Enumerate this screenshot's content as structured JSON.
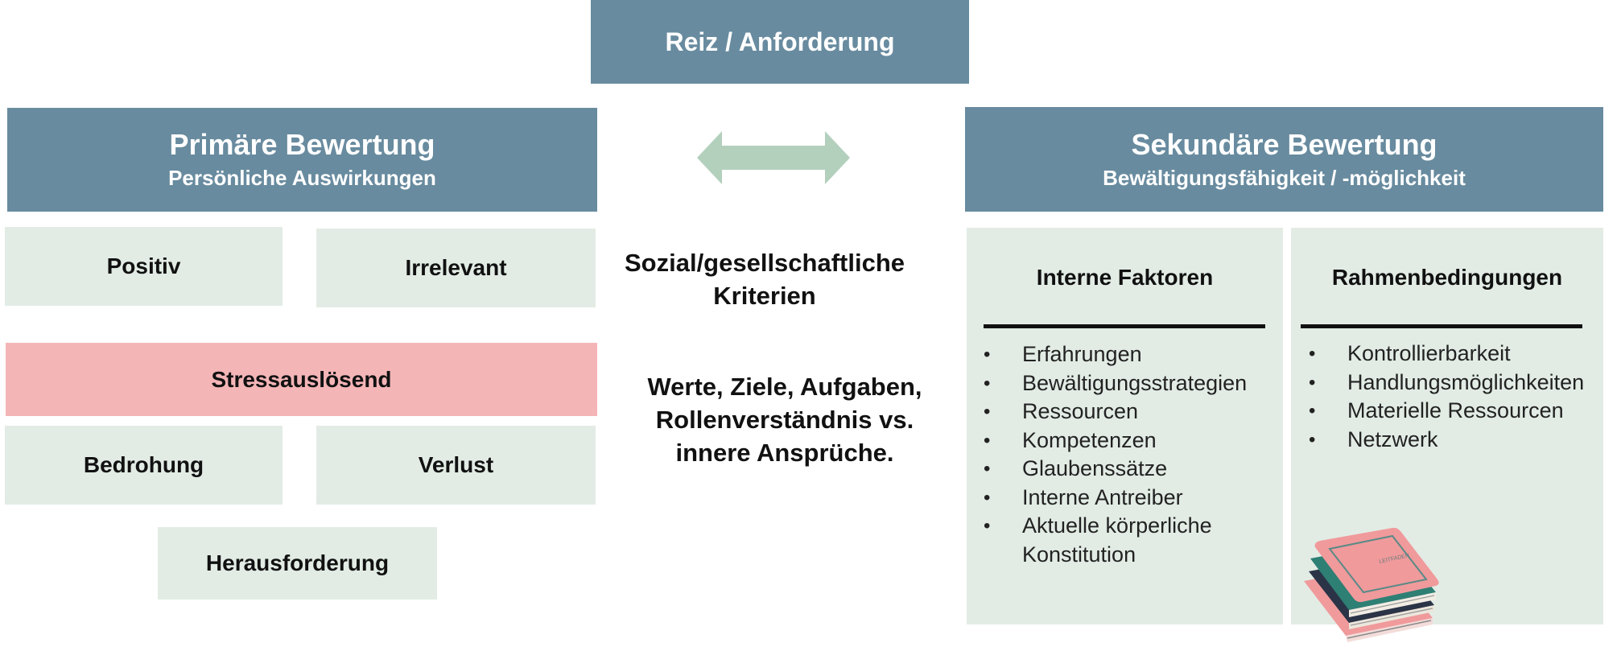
{
  "top_box": {
    "label": "Reiz / Anforderung"
  },
  "primary": {
    "title": "Primäre Bewertung",
    "subtitle": "Persönliche Auswirkungen",
    "positiv": "Positiv",
    "irrelevant": "Irrelevant",
    "stress": "Stressauslösend",
    "bedrohung": "Bedrohung",
    "verlust": "Verlust",
    "herausforderung": "Herausforderung"
  },
  "middle": {
    "criteria": "Sozial/gesellschaftliche Kriterien",
    "values": "Werte, Ziele, Aufgaben, Rollenverständnis vs. innere Ansprüche."
  },
  "secondary": {
    "title": "Sekundäre Bewertung",
    "subtitle": "Bewältigungsfähigkeit / -möglichkeit",
    "internal": {
      "title": "Interne Faktoren",
      "items": [
        "Erfahrungen",
        "Bewältigungsstrategien",
        "Ressourcen",
        "Kompetenzen",
        "Glaubenssätze",
        "Interne Antreiber",
        "Aktuelle körperliche Konstitution"
      ]
    },
    "framework": {
      "title": "Rahmenbedingungen",
      "items": [
        "Kontrollierbarkeit",
        "Handlungsmöglichkeiten",
        "Materielle Ressourcen",
        "Netzwerk"
      ]
    }
  },
  "colors": {
    "header_blue": "#688b9f",
    "light_green": "#e2ece5",
    "stress_pink": "#f4b5b7",
    "arrow_green": "#b3d0bd",
    "book_pink": "#f09a9c",
    "book_teal": "#2e7f74",
    "book_navy": "#2b3447"
  },
  "icons": {
    "arrow": "double-arrow-icon",
    "book": "book-stack-icon"
  }
}
